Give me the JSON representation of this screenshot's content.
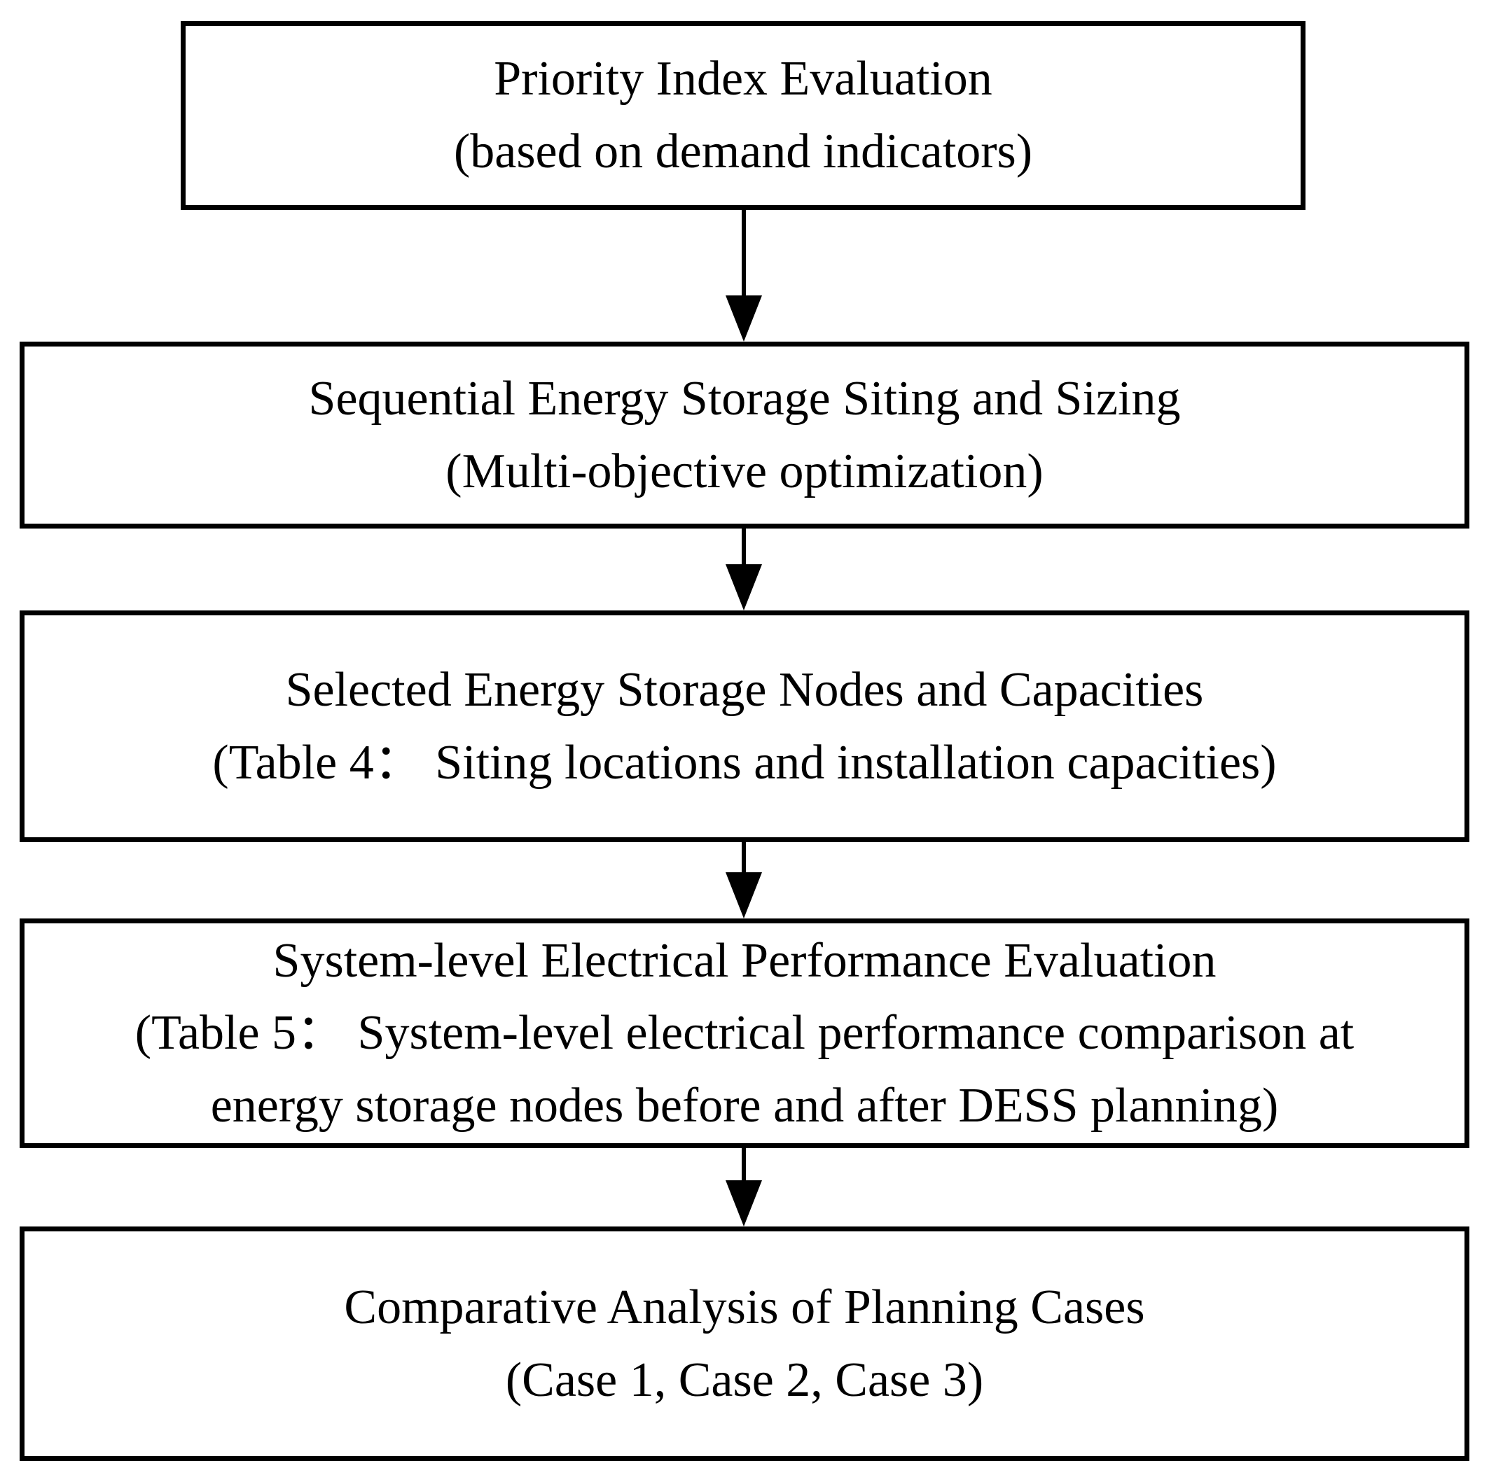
{
  "colors": {
    "border": "#000000",
    "text": "#000000",
    "background": "#ffffff"
  },
  "diagram": {
    "type": "flowchart",
    "direction": "top-down",
    "boxes": [
      {
        "id": "priority-index-evaluation",
        "lines": [
          "Priority Index Evaluation",
          "(based on demand indicators)"
        ]
      },
      {
        "id": "sequential-siting-sizing",
        "lines": [
          "Sequential Energy Storage Siting and Sizing",
          "(Multi-objective optimization)"
        ]
      },
      {
        "id": "selected-nodes-capacities",
        "lines": [
          "Selected Energy Storage Nodes and Capacities",
          "(Table 4： Siting locations and installation capacities)"
        ]
      },
      {
        "id": "system-performance-evaluation",
        "lines": [
          "System-level Electrical Performance Evaluation",
          "(Table 5： System-level electrical performance comparison at",
          "energy storage nodes before and after DESS planning)"
        ]
      },
      {
        "id": "comparative-analysis-cases",
        "lines": [
          "Comparative Analysis of Planning Cases",
          "(Case 1, Case 2, Case 3)"
        ]
      }
    ],
    "connectors": [
      {
        "from": "priority-index-evaluation",
        "to": "sequential-siting-sizing",
        "style": "arrow-down"
      },
      {
        "from": "sequential-siting-sizing",
        "to": "selected-nodes-capacities",
        "style": "arrow-down"
      },
      {
        "from": "selected-nodes-capacities",
        "to": "system-performance-evaluation",
        "style": "arrow-down"
      },
      {
        "from": "system-performance-evaluation",
        "to": "comparative-analysis-cases",
        "style": "arrow-down"
      }
    ]
  }
}
